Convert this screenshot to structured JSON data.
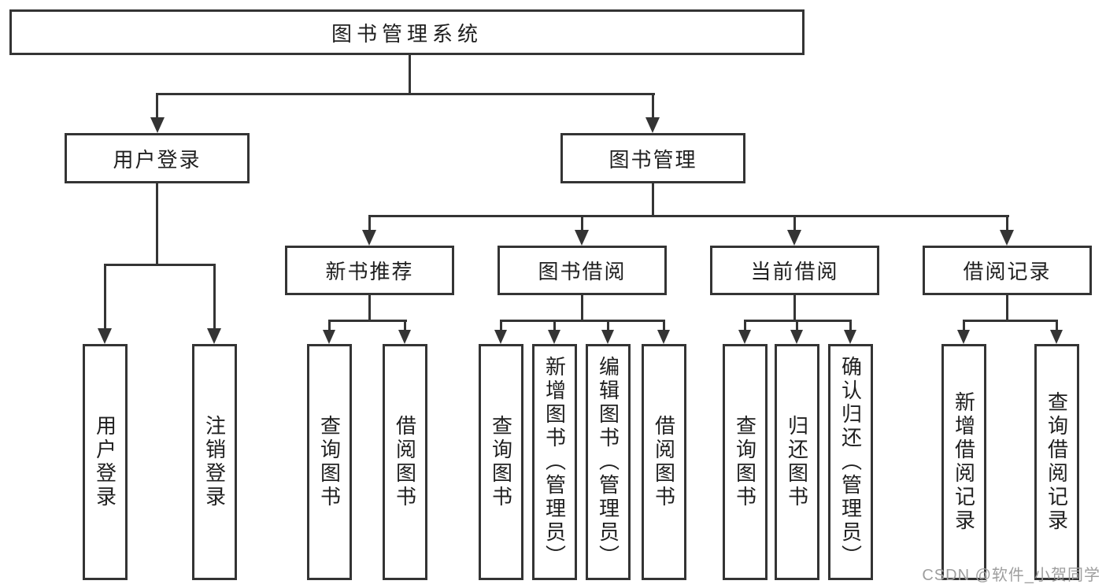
{
  "diagram": {
    "root": {
      "label": "图书管理系统"
    },
    "level2": [
      {
        "label": "用户登录"
      },
      {
        "label": "图书管理"
      }
    ],
    "level3": [
      {
        "label": "新书推荐"
      },
      {
        "label": "图书借阅"
      },
      {
        "label": "当前借阅"
      },
      {
        "label": "借阅记录"
      }
    ],
    "leaves": {
      "user_login": [
        "用户登录",
        "注销登录"
      ],
      "new_book": [
        "查询图书",
        "借阅图书"
      ],
      "book_borrow": [
        "查询图书",
        "新增图书（管理员）",
        "编辑图书（管理员）",
        "借阅图书"
      ],
      "current_borrow": [
        "查询图书",
        "归还图书",
        "确认归还（管理员）"
      ],
      "borrow_records": [
        "新增借阅记录",
        "查询借阅记录"
      ]
    }
  },
  "watermark": {
    "text": "CSDN @软件_小贺同学"
  },
  "colors": {
    "line": "#343434",
    "text": "#1f1f1f",
    "watermark": "#9e9e9e",
    "background": "#ffffff"
  }
}
